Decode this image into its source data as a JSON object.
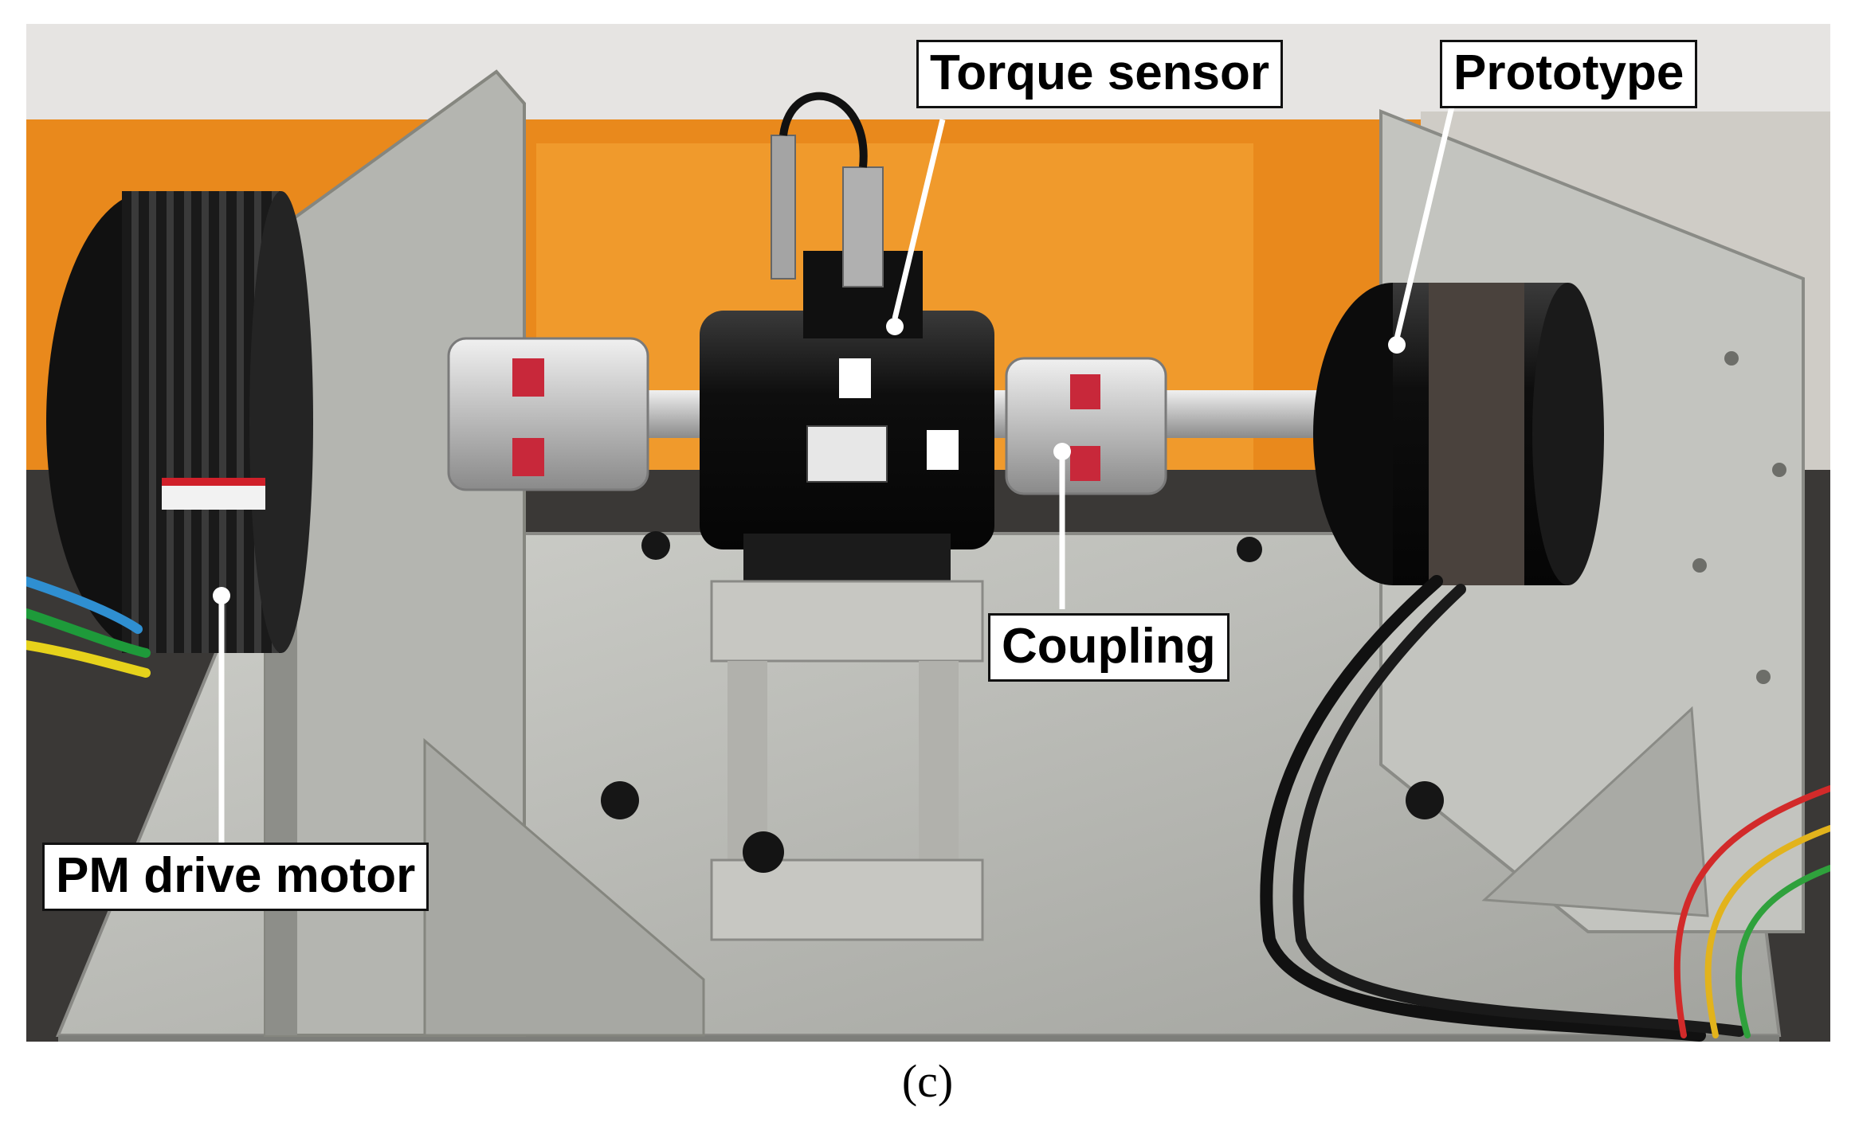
{
  "figure": {
    "labels": {
      "torque_sensor": "Torque sensor",
      "prototype": "Prototype",
      "coupling": "Coupling",
      "pm_drive_motor": "PM drive motor"
    },
    "caption": "(c)"
  },
  "colors": {
    "backdrop_orange": "#e9891c",
    "wall_white": "#e6e4e2",
    "steel_plate": "#b9bab5",
    "machine_black": "#141414",
    "coupling_red": "#c8283a",
    "callout_border": "#111111"
  }
}
